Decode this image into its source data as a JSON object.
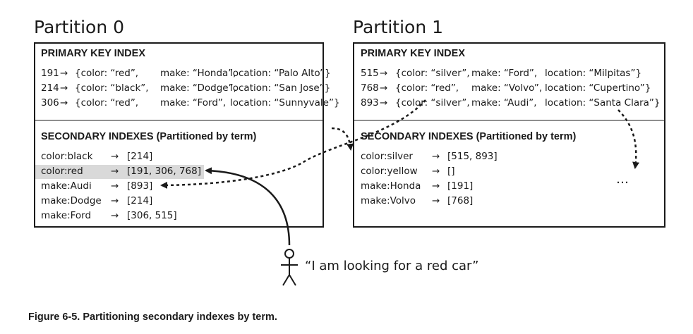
{
  "partitions": [
    {
      "title": "Partition 0",
      "primary_header": "PRIMARY KEY INDEX",
      "primary_rows": [
        {
          "key": "191",
          "color": "{color: “red”,",
          "make": "make: “Honda”,",
          "location": "location: “Palo Alto”}"
        },
        {
          "key": "214",
          "color": "{color: “black”,",
          "make": "make: “Dodge”,",
          "location": "location: “San Jose”}"
        },
        {
          "key": "306",
          "color": "{color: “red”,",
          "make": "make: “Ford”,",
          "location": "location: “Sunnyvale”}"
        }
      ],
      "secondary_header": "SECONDARY INDEXES (Partitioned by term)",
      "secondary_rows": [
        {
          "term": "color:black",
          "ids": "[214]"
        },
        {
          "term": "color:red",
          "ids": "[191, 306, 768]"
        },
        {
          "term": "make:Audi",
          "ids": "[893]"
        },
        {
          "term": "make:Dodge",
          "ids": "[214]"
        },
        {
          "term": "make:Ford",
          "ids": "[306, 515]"
        }
      ]
    },
    {
      "title": "Partition 1",
      "primary_header": "PRIMARY KEY INDEX",
      "primary_rows": [
        {
          "key": "515",
          "color": "{color: “silver”,",
          "make": "make: “Ford”,",
          "location": "location: “Milpitas”}"
        },
        {
          "key": "768",
          "color": "{color: “red”,",
          "make": "make: “Volvo”,",
          "location": "location: “Cupertino”}"
        },
        {
          "key": "893",
          "color": "{color: “silver”,",
          "make": "make: “Audi”,",
          "location": "location: “Santa Clara”}"
        }
      ],
      "secondary_header": "SECONDARY INDEXES (Partitioned by term)",
      "secondary_rows": [
        {
          "term": "color:silver",
          "ids": "[515, 893]"
        },
        {
          "term": "color:yellow",
          "ids": "[]"
        },
        {
          "term": "make:Honda",
          "ids": "[191]"
        },
        {
          "term": "make:Volvo",
          "ids": "[768]"
        }
      ],
      "ellipsis": "…"
    }
  ],
  "arrow_symbol": "→",
  "user_quote": "“I am looking for a red car”",
  "caption": "Figure 6-5. Partitioning secondary indexes by term.",
  "highlight_color": "#d9d9d9",
  "icons": [
    "arrow-right-icon",
    "stick-figure-icon"
  ]
}
